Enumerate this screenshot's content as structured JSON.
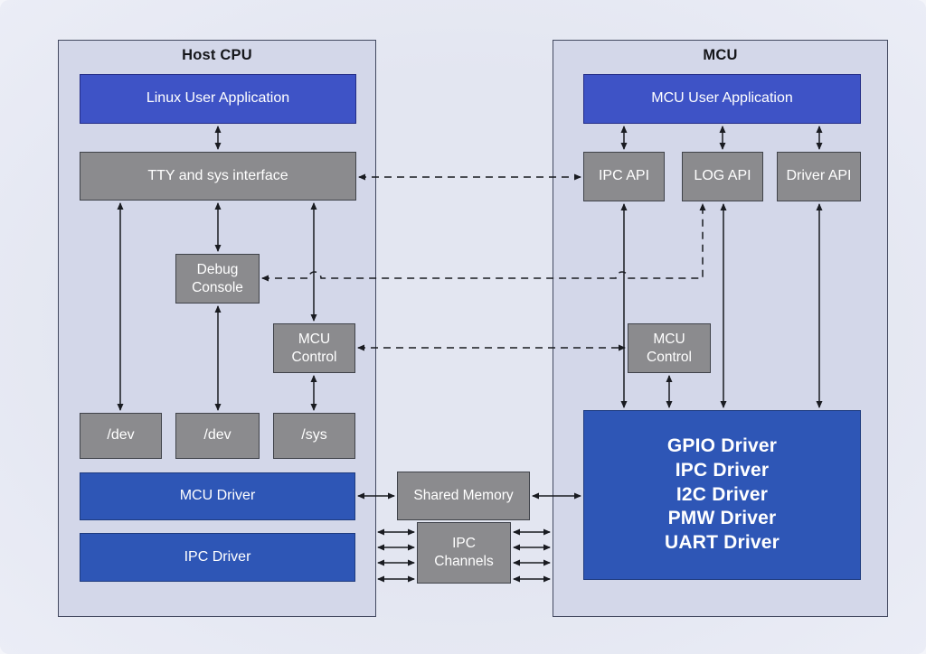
{
  "diagram": {
    "host_cpu": {
      "title": "Host CPU",
      "linux_user_app": "Linux User Application",
      "tty_interface": "TTY and sys interface",
      "debug_console": "Debug\nConsole",
      "mcu_control": "MCU\nControl",
      "dev_1": "/dev",
      "dev_2": "/dev",
      "sys": "/sys",
      "mcu_driver": "MCU Driver",
      "ipc_driver": "IPC Driver"
    },
    "shared": {
      "shared_memory": "Shared Memory",
      "ipc_channels": "IPC\nChannels"
    },
    "mcu": {
      "title": "MCU",
      "mcu_user_app": "MCU User Application",
      "ipc_api": "IPC API",
      "log_api": "LOG API",
      "driver_api": "Driver API",
      "mcu_control": "MCU\nControl",
      "drivers": "GPIO Driver\nIPC Driver\nI2C Driver\nPMW Driver\nUART Driver"
    },
    "connections": [
      {
        "from": "Linux User Application",
        "to": "TTY and sys interface",
        "style": "solid",
        "arrows": "both"
      },
      {
        "from": "TTY and sys interface",
        "to": "/dev (left)",
        "style": "solid",
        "arrows": "both"
      },
      {
        "from": "TTY and sys interface",
        "to": "Debug Console",
        "style": "solid",
        "arrows": "both"
      },
      {
        "from": "Debug Console",
        "to": "/dev (middle)",
        "style": "solid",
        "arrows": "both"
      },
      {
        "from": "TTY and sys interface",
        "to": "MCU Control (host)",
        "style": "solid",
        "arrows": "both"
      },
      {
        "from": "MCU Control (host)",
        "to": "/sys",
        "style": "solid",
        "arrows": "both"
      },
      {
        "from": "MCU Driver",
        "to": "Shared Memory",
        "style": "solid",
        "arrows": "both"
      },
      {
        "from": "Shared Memory",
        "to": "MCU drivers block",
        "style": "solid",
        "arrows": "both"
      },
      {
        "from": "Host CPU edge",
        "to": "IPC Channels",
        "style": "solid",
        "arrows": "both",
        "count": 4
      },
      {
        "from": "IPC Channels",
        "to": "MCU edge",
        "style": "solid",
        "arrows": "both",
        "count": 4
      },
      {
        "from": "TTY and sys interface",
        "to": "IPC API",
        "style": "dashed",
        "arrows": "both"
      },
      {
        "from": "MCU Control (host)",
        "to": "MCU Control (mcu)",
        "style": "dashed",
        "arrows": "both"
      },
      {
        "from": "Debug Console",
        "to": "LOG API",
        "style": "dashed",
        "arrows": "both"
      },
      {
        "from": "MCU User Application",
        "to": "IPC API",
        "style": "solid",
        "arrows": "both"
      },
      {
        "from": "MCU User Application",
        "to": "LOG API",
        "style": "solid",
        "arrows": "both"
      },
      {
        "from": "MCU User Application",
        "to": "Driver API",
        "style": "solid",
        "arrows": "both"
      },
      {
        "from": "IPC API",
        "to": "MCU drivers block",
        "style": "solid",
        "arrows": "both"
      },
      {
        "from": "LOG API",
        "to": "MCU drivers block",
        "style": "solid",
        "arrows": "both"
      },
      {
        "from": "Driver API",
        "to": "MCU drivers block",
        "style": "solid",
        "arrows": "both"
      },
      {
        "from": "MCU Control (mcu)",
        "to": "MCU drivers block",
        "style": "solid",
        "arrows": "both"
      }
    ],
    "colors": {
      "background": "#e6e8f3",
      "container_fill": "#d3d7e9",
      "container_border": "#434960",
      "app_blue": "#3e53c6",
      "driver_blue": "#2e56b6",
      "gray_block": "#8b8b8e",
      "line": "#191b21",
      "text_light": "#ffffff",
      "text_dark": "#15161a"
    }
  }
}
